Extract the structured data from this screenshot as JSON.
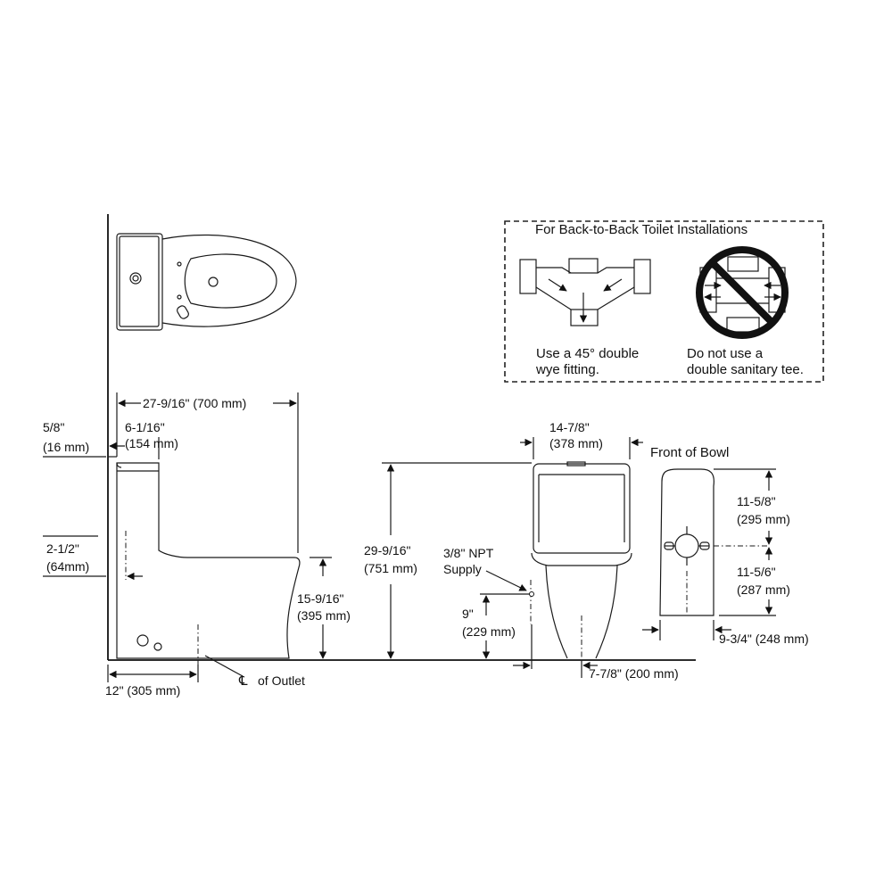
{
  "callout": {
    "title": "For Back-to-Back Toilet Installations",
    "wye_caption": [
      "Use a 45° double",
      "wye fitting."
    ],
    "tee_caption": [
      "Do not use a",
      "double sanitary tee."
    ]
  },
  "dimensions": {
    "overall_length": "27-9/16\" (700 mm)",
    "tank_offset": [
      "6-1/16\"",
      "(154 mm)"
    ],
    "wall_gap": [
      "5/8\"",
      "(16 mm)"
    ],
    "tank_base_height": [
      "2-1/2\"",
      "(64mm)"
    ],
    "seat_height": [
      "15-9/16\"",
      "(395 mm)"
    ],
    "rough_in": "12\" (305 mm)",
    "outlet_label": "of Outlet",
    "centerline_symbol": "℄",
    "overall_height": [
      "29-9/16\"",
      "(751 mm)"
    ],
    "tank_width": [
      "14-7/8\"",
      "(378 mm)"
    ],
    "supply_label": [
      "3/8\" NPT",
      "Supply"
    ],
    "supply_height": [
      "9\"",
      "(229 mm)"
    ],
    "supply_offset": "7-7/8\" (200 mm)",
    "front_of_bowl": "Front of Bowl",
    "front_upper": [
      "11-5/8\"",
      "(295 mm)"
    ],
    "front_lower": [
      "11-5/6\"",
      "(287 mm)"
    ],
    "bowl_width": "9-3/4\" (248 mm)"
  }
}
